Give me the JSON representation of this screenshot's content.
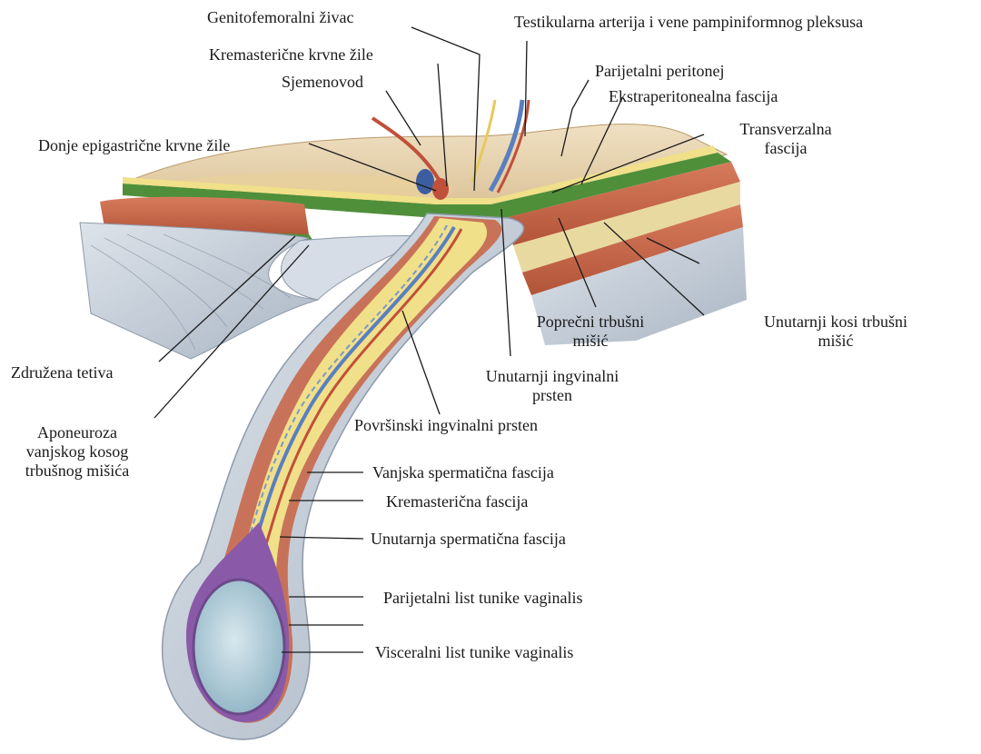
{
  "labels": {
    "genitofemoral_nerve": "Genitofemoralni živac",
    "testicular_artery": "Testikularna arterija i vene pampiniformnog pleksusa",
    "cremasteric_vessels": "Kremasterične krvne žile",
    "parietal_peritoneum": "Parijetalni peritonej",
    "vas_deferens": "Sjemenovod",
    "extraperitoneal_fascia": "Ekstraperitonealna fascija",
    "inferior_epigastric": "Donje epigastrične krvne žile",
    "transversalis_fascia_1": "Transverzalna",
    "transversalis_fascia_2": "fascija",
    "transversus_muscle_1": "Poprečni trbušni",
    "transversus_muscle_2": "mišić",
    "internal_oblique_1": "Unutarnji kosi trbušni",
    "internal_oblique_2": "mišić",
    "conjoint_tendon": "Združena tetiva",
    "deep_ring_1": "Unutarnji ingvinalni",
    "deep_ring_2": "prsten",
    "ext_oblique_aponeurosis_1": "Aponeuroza",
    "ext_oblique_aponeurosis_2": "vanjskog kosog",
    "ext_oblique_aponeurosis_3": "trbušnog mišića",
    "superficial_ring": "Površinski ingvinalni prsten",
    "external_spermatic_fascia": "Vanjska spermatična fascija",
    "cremasteric_fascia": "Kremasterična fascija",
    "internal_spermatic_fascia": "Unutarnja spermatična fascija",
    "parietal_tunica": "Parijetalni list tunike vaginalis",
    "visceral_tunica": "Visceralni list tunike vaginalis"
  },
  "colors": {
    "muscle": "#c8684a",
    "fascia_green": "#4f8f3a",
    "fascia_yellow": "#f0e08a",
    "aponeurosis": "#c9d3df",
    "peritoneum": "#e8d2ad",
    "vein": "#5a7fc0",
    "artery": "#c0503a",
    "tunica": "#8a5aa8",
    "testis": "#a9c8d6"
  }
}
